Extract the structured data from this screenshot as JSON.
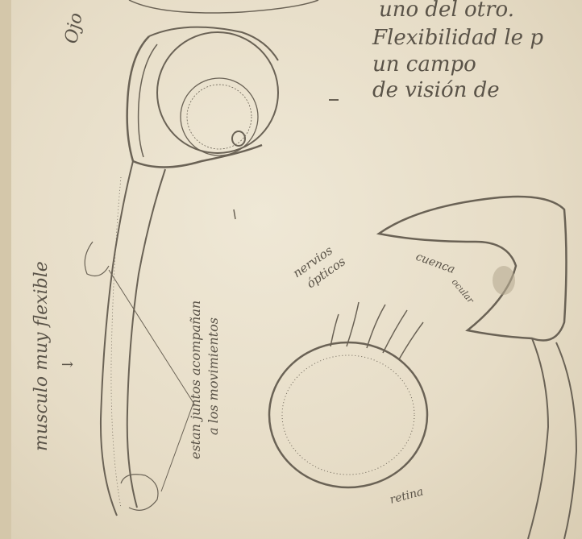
{
  "annotations": {
    "top_left": "Ojo",
    "top_right_line1": "uno del otro.",
    "top_right_line2": "Flexibilidad le p",
    "top_right_line3": "un campo",
    "top_right_line4": "de visión de",
    "left_vertical": "musculo muy flexible",
    "middle_vertical_1": "estan juntos acompañan",
    "middle_vertical_2": "a los movimientos",
    "nervios": "nervios",
    "opticos": "ópticos",
    "cuenca": "cuenca",
    "ocular": "ocular",
    "retina": "retina"
  },
  "colors": {
    "paper": "#e9e0cc",
    "graphite": "#6a6255",
    "text": "#5a5348"
  }
}
